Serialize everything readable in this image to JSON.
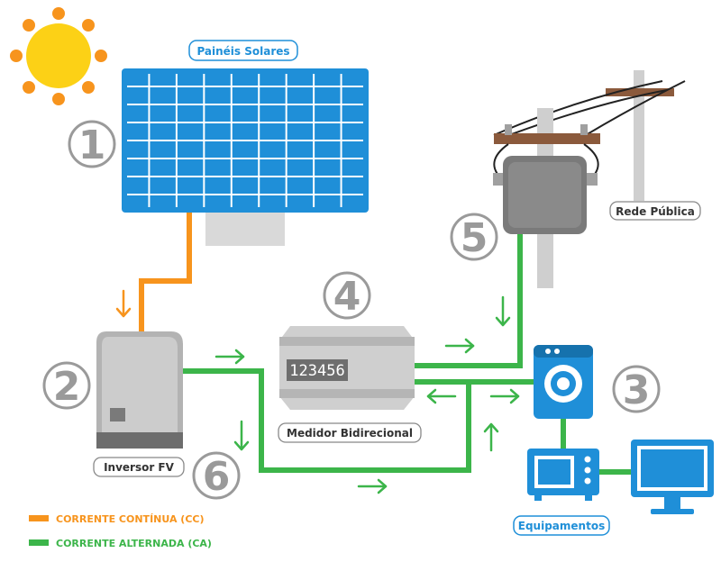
{
  "labels": {
    "solar_panels": "Painéis Solares",
    "inverter": "Inversor FV",
    "meter": "Medidor Bidirecional",
    "grid": "Rede Pública",
    "equipment": "Equipamentos"
  },
  "numbers": {
    "panels": "1",
    "inverter": "2",
    "equipment": "3",
    "meter": "4",
    "grid": "5",
    "ac_flow": "6"
  },
  "meter_display": "123456",
  "legend": [
    {
      "text": "CORRENTE CONTÍNUA (CC)",
      "color": "#f7941d"
    },
    {
      "text": "CORRENTE ALTERNADA (CA)",
      "color": "#3cb54a"
    }
  ],
  "colors": {
    "dc": "#f7941d",
    "ac": "#3cb54a",
    "blue": "#1f8fd8",
    "sun": "#fcd116",
    "sun_rays": "#f7941d",
    "number_gray": "#9a9a9a"
  }
}
